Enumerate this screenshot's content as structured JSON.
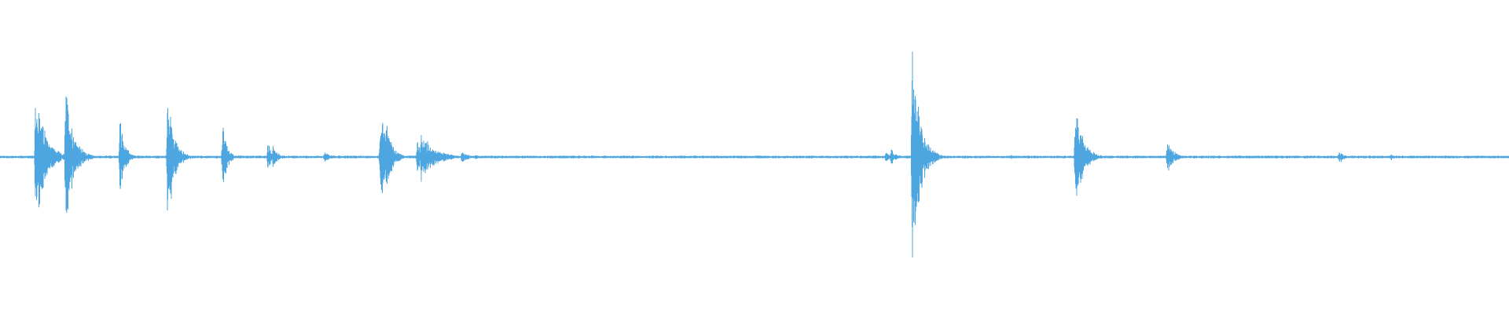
{
  "waveform": {
    "color": "#4da6e0",
    "background": "#ffffff",
    "baseline_noise": 0.012,
    "events": [
      {
        "t": 0.0235,
        "amp": 0.62,
        "decay": 0.006
      },
      {
        "t": 0.0435,
        "amp": 0.62,
        "decay": 0.005
      },
      {
        "t": 0.0795,
        "amp": 0.34,
        "decay": 0.003
      },
      {
        "t": 0.083,
        "amp": 0.12,
        "decay": 0.002
      },
      {
        "t": 0.111,
        "amp": 0.5,
        "decay": 0.004
      },
      {
        "t": 0.113,
        "amp": 0.4,
        "decay": 0.004
      },
      {
        "t": 0.1475,
        "amp": 0.28,
        "decay": 0.003
      },
      {
        "t": 0.1775,
        "amp": 0.12,
        "decay": 0.003
      },
      {
        "t": 0.181,
        "amp": 0.1,
        "decay": 0.003
      },
      {
        "t": 0.215,
        "amp": 0.05,
        "decay": 0.004
      },
      {
        "t": 0.252,
        "amp": 0.42,
        "decay": 0.004
      },
      {
        "t": 0.2555,
        "amp": 0.36,
        "decay": 0.004
      },
      {
        "t": 0.2765,
        "amp": 0.14,
        "decay": 0.004
      },
      {
        "t": 0.279,
        "amp": 0.22,
        "decay": 0.008
      },
      {
        "t": 0.288,
        "amp": 0.06,
        "decay": 0.004
      },
      {
        "t": 0.294,
        "amp": 0.05,
        "decay": 0.006
      },
      {
        "t": 0.306,
        "amp": 0.05,
        "decay": 0.005
      },
      {
        "t": 0.315,
        "amp": 0.02,
        "decay": 0.004
      },
      {
        "t": 0.587,
        "amp": 0.06,
        "decay": 0.002
      },
      {
        "t": 0.5905,
        "amp": 0.08,
        "decay": 0.003
      },
      {
        "t": 0.6045,
        "amp": 0.98,
        "decay": 0.005
      },
      {
        "t": 0.67,
        "amp": 0.02,
        "decay": 0.004
      },
      {
        "t": 0.7125,
        "amp": 0.48,
        "decay": 0.005
      },
      {
        "t": 0.7735,
        "amp": 0.15,
        "decay": 0.004
      },
      {
        "t": 0.8875,
        "amp": 0.06,
        "decay": 0.003
      },
      {
        "t": 0.922,
        "amp": 0.03,
        "decay": 0.003
      }
    ]
  }
}
